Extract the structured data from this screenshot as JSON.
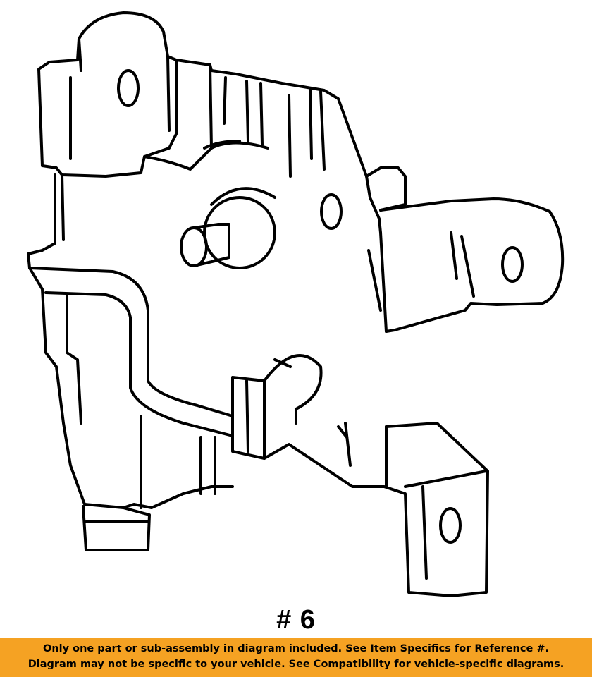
{
  "diagram": {
    "subject": "part line drawing",
    "callout": "# 6"
  },
  "disclaimer": {
    "line1": "Only one part or sub-assembly in diagram included. See Item Specifics for Reference #.",
    "line2": "Diagram may not be specific to your vehicle. See Compatibility for vehicle-specific diagrams.",
    "background_color": "#f5a223"
  }
}
